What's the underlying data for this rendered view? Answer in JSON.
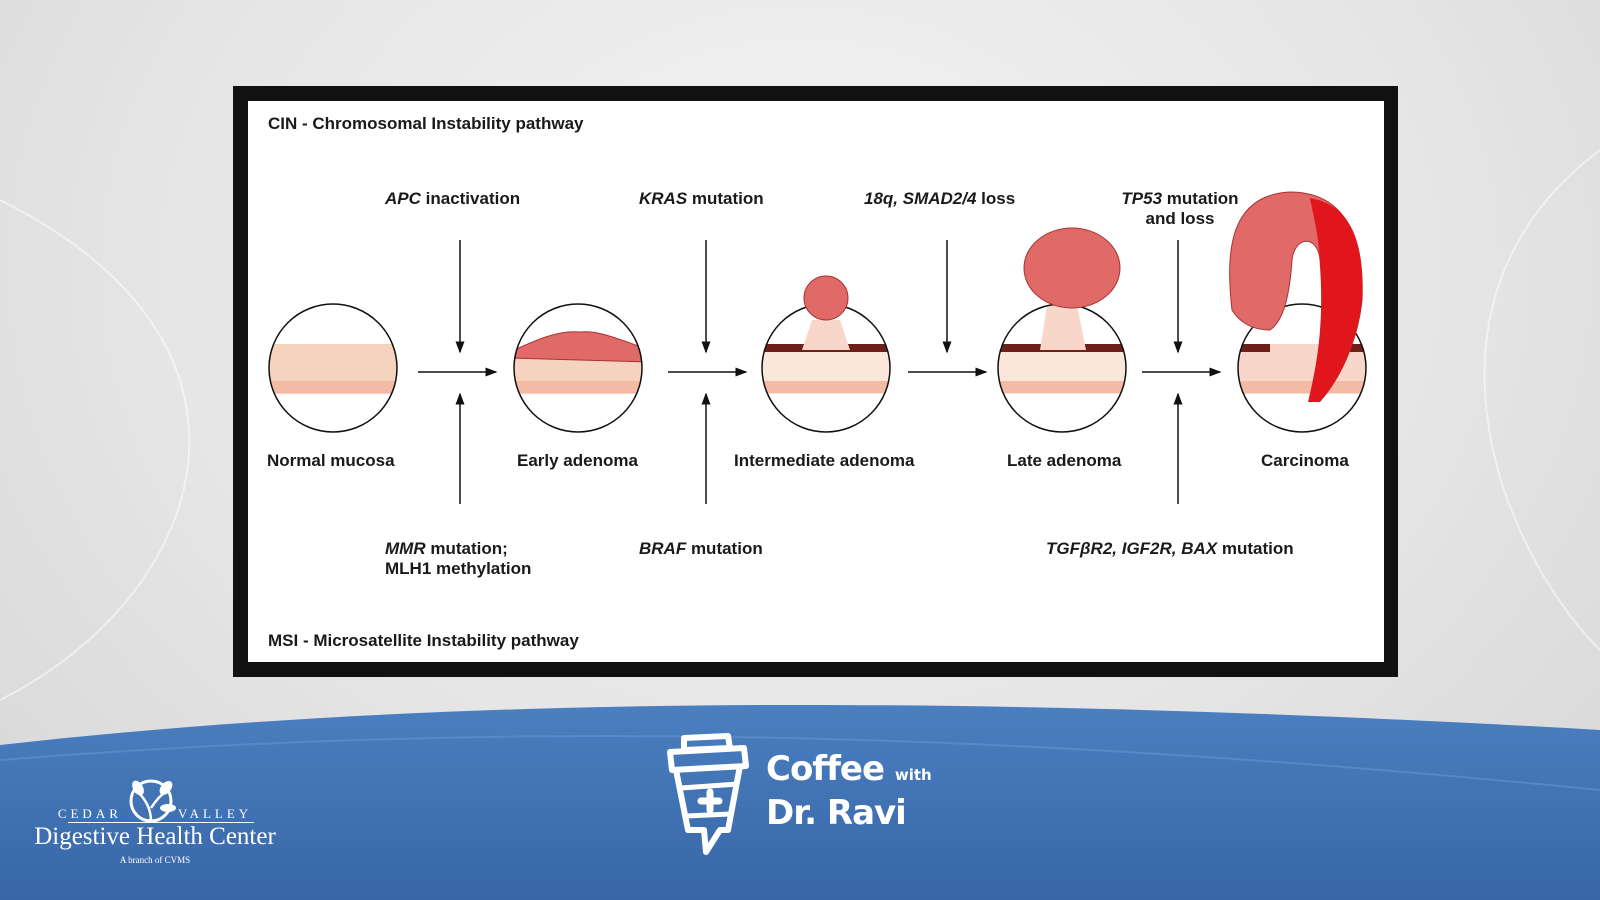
{
  "slide": {
    "cin_title": "CIN - Chromosomal Instability pathway",
    "msi_title": "MSI - Microsatellite Instability pathway",
    "top_labels": [
      {
        "italic": "APC",
        "plain": " inactivation"
      },
      {
        "italic": "KRAS",
        "plain": " mutation"
      },
      {
        "italic": "18q, SMAD2/4",
        "plain": " loss"
      },
      {
        "italic": "TP53",
        "plain": " mutation",
        "line2": "and loss"
      }
    ],
    "stages": [
      "Normal mucosa",
      "Early adenoma",
      "Intermediate adenoma",
      "Late adenoma",
      "Carcinoma"
    ],
    "bottom_labels": [
      {
        "italic": "MMR",
        "plain": " mutation;",
        "line2": "MLH1 methylation"
      },
      {
        "italic": "BRAF",
        "plain": " mutation"
      },
      {
        "italic": "TGFβR2, IGF2R, BAX",
        "plain": " mutation"
      }
    ]
  },
  "branding": {
    "clinic_word1": "CEDAR",
    "clinic_word2": "VALLEY",
    "clinic_name": "Digestive Health Center",
    "clinic_sub": "A branch of CVMS",
    "show_line1": "Coffee",
    "show_with": "with",
    "show_line2": "Dr. Ravi"
  },
  "colors": {
    "blue": "#3f73b6",
    "tissue": "#f6cdb6",
    "polyp": "#e06a68",
    "carcinoma": "#e0161c"
  }
}
